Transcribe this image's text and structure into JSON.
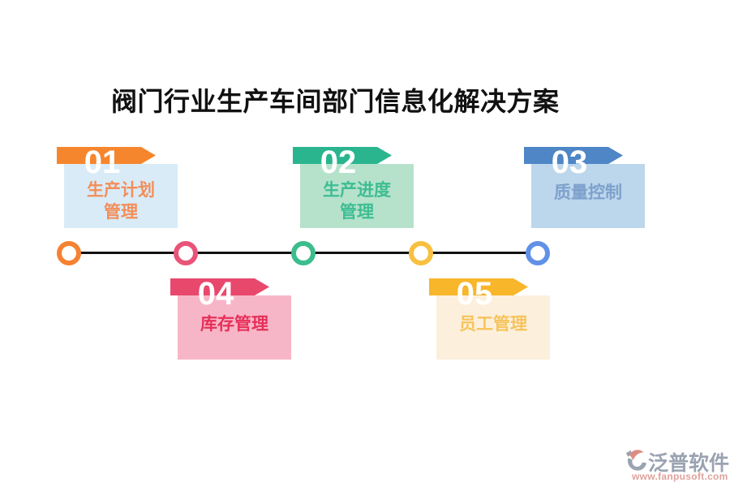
{
  "title": "阀门行业生产车间部门信息化解决方案",
  "styles": {
    "title_color": "#111111",
    "number_color": "#FFFFFF"
  },
  "cards": [
    {
      "number": "01",
      "lines": [
        "生产计划",
        "管理"
      ],
      "colors": {
        "ribbon": "#F6862D",
        "box": "#D9EBF7",
        "text": "#F28E5A"
      }
    },
    {
      "number": "02",
      "lines": [
        "生产进度",
        "管理"
      ],
      "colors": {
        "ribbon": "#2AB58F",
        "box": "#B6E2CC",
        "text": "#3EBD93"
      }
    },
    {
      "number": "03",
      "lines": [
        "质量控制"
      ],
      "colors": {
        "ribbon": "#4E86C6",
        "box": "#BCD6EC",
        "text": "#7EA1CC"
      }
    },
    {
      "number": "04",
      "lines": [
        "库存管理"
      ],
      "colors": {
        "ribbon": "#E9486D",
        "box": "#F7B6C7",
        "text": "#E63059"
      }
    },
    {
      "number": "05",
      "lines": [
        "员工管理"
      ],
      "colors": {
        "ribbon": "#F8B62B",
        "box": "#FCF0DC",
        "text": "#F6C35B"
      }
    }
  ],
  "timeline": {
    "line_color": "#111111",
    "dots": [
      {
        "color": "#F58233"
      },
      {
        "color": "#E95479"
      },
      {
        "color": "#3CBD8D"
      },
      {
        "color": "#F8BF40"
      },
      {
        "color": "#6190E7"
      }
    ]
  },
  "logo": {
    "name": "泛普软件",
    "url": "www.fanpusoft.com",
    "name_color": "#9AA3B1",
    "url_color": "#DFA29C",
    "icon_gray": "#9AA3B1",
    "icon_salmon": "#DC8E84"
  }
}
